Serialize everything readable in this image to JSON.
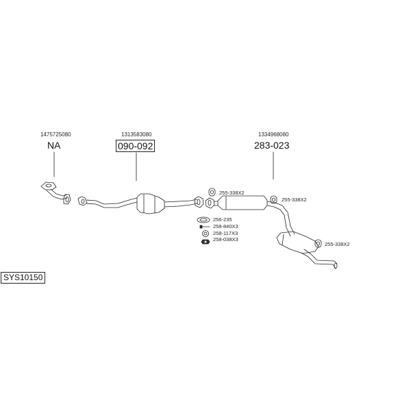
{
  "diagram": {
    "system_code": "SYS10150",
    "groups": [
      {
        "oem": "1475725080",
        "part": "NA",
        "boxed": false
      },
      {
        "oem": "1313583080",
        "part": "090-092",
        "boxed": true
      },
      {
        "oem": "1334968080",
        "part": "283-023",
        "boxed": false
      }
    ],
    "fittings": [
      {
        "code": "255-338X2",
        "icon": "rubber-hanger-icon"
      },
      {
        "code": "255-338X2",
        "icon": "rubber-hanger-icon"
      },
      {
        "code": "255-338X2",
        "icon": "rubber-hanger-icon"
      },
      {
        "code": "256-235",
        "icon": "gasket-ring-icon"
      },
      {
        "code": "258-840X3",
        "icon": "bolt-icon"
      },
      {
        "code": "258-117X3",
        "icon": "washer-icon"
      },
      {
        "code": "258-038X3",
        "icon": "nut-icon"
      }
    ]
  }
}
